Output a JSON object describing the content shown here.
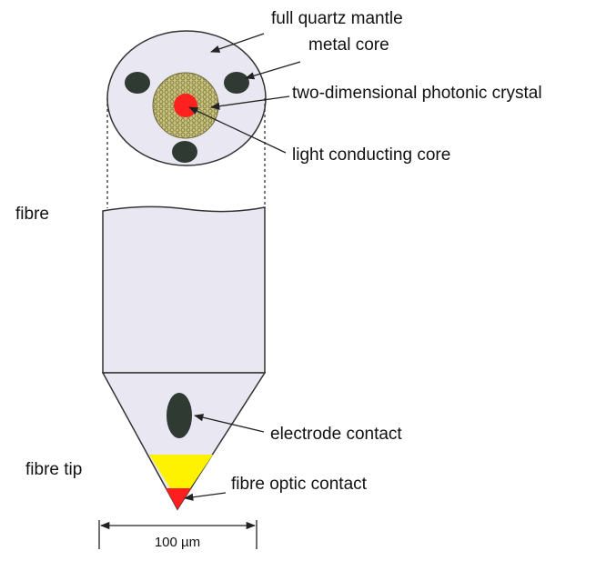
{
  "labels": {
    "mantle": "full quartz mantle",
    "metal_core": "metal core",
    "photonic_crystal": "two-dimensional photonic crystal",
    "light_core": "light conducting core",
    "fibre": "fibre",
    "electrode": "electrode contact",
    "fibre_tip": "fibre tip",
    "optic_contact": "fibre optic contact",
    "scale": "100 µm"
  },
  "colors": {
    "mantle_fill": "#e9e8f2",
    "metal_core": "#2f3a33",
    "crystal_fill": "#c9c27a",
    "light_core": "#ff2020",
    "tip_yellow": "#fff200",
    "tip_red": "#ff1e1e"
  },
  "icons": {
    "metal_core": "dark-ellipse",
    "crystal": "honeycomb-lattice",
    "scale_bar": "double-arrow"
  }
}
